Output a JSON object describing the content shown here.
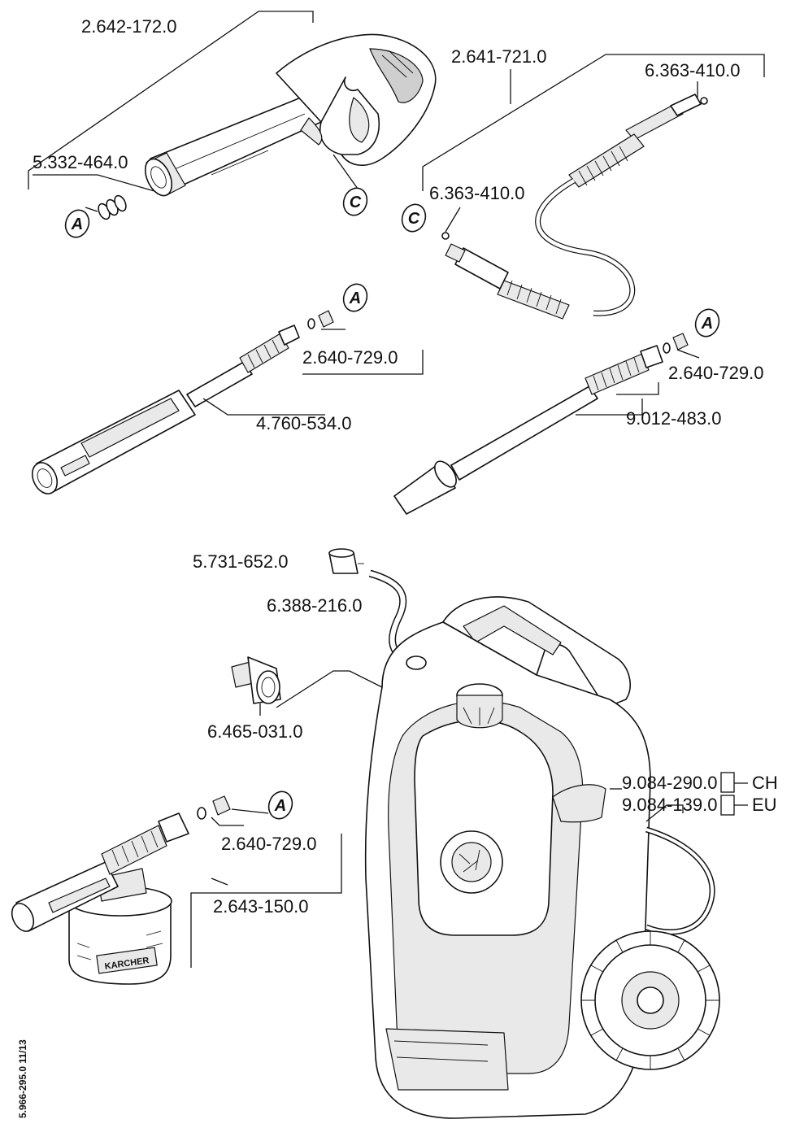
{
  "parts": {
    "gun": "2.642-172.0",
    "gun_seal": "5.332-464.0",
    "hose": "2.641-721.0",
    "hose_oring_top": "6.363-410.0",
    "hose_oring_left": "6.363-410.0",
    "nozzle_kit_1": "2.640-729.0",
    "vario_lance": "4.760-534.0",
    "nozzle_kit_2": "2.640-729.0",
    "dirt_blaster": "9.012-483.0",
    "filter": "5.731-652.0",
    "hose_piece": "6.388-216.0",
    "coupling": "6.465-031.0",
    "machine_ch": "9.084-290.0",
    "machine_eu": "9.084-139.0",
    "nozzle_kit_3": "2.640-729.0",
    "foam_nozzle": "2.643-150.0"
  },
  "variants": {
    "ch": "CH",
    "eu": "EU"
  },
  "callouts": {
    "a": "A",
    "c": "C"
  },
  "doc_code": "5.966-295.0  11/13",
  "brand_label": "KARCHER"
}
